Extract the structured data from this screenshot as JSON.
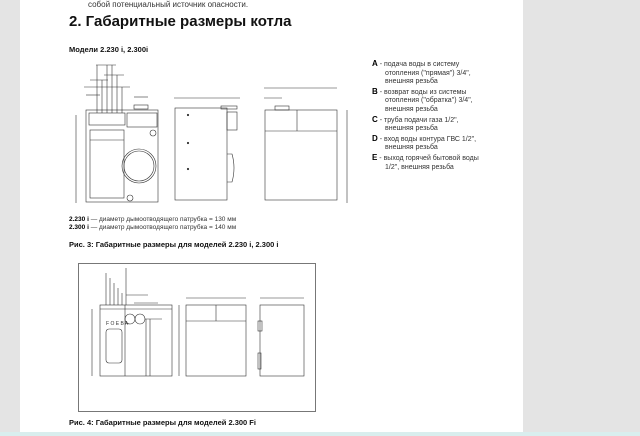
{
  "prev_text": "собой потенциальный источник опасности.",
  "title": "2. Габаритные размеры котла",
  "subtitle": "Модели 2.230 i, 2.300i",
  "legend": [
    {
      "key": "A",
      "lines": [
        " - подача воды в систему",
        "отопления (\"прямая\") 3/4\",",
        "внешняя резьба"
      ]
    },
    {
      "key": "B",
      "lines": [
        " - возврат воды из системы",
        "отопления (\"обратка\") 3/4\",",
        "внешняя резьба"
      ]
    },
    {
      "key": "C",
      "lines": [
        " - труба подачи газа 1/2\",",
        "внешняя резьба"
      ]
    },
    {
      "key": "D",
      "lines": [
        " - вход воды контура ГВС 1/2\",",
        "внешняя резьба"
      ]
    },
    {
      "key": "E",
      "lines": [
        " - выход горячей бытовой воды",
        "1/2\", внешняя резьба"
      ]
    }
  ],
  "notes": [
    {
      "model": "2.230 i",
      "text": " — диаметр дымоотводящего патрубка = 130 мм"
    },
    {
      "model": "2.300 i",
      "text": " — диаметр дымоотводящего патрубка = 140 мм"
    }
  ],
  "fig3_caption": "Рис. 3: Габаритные размеры для моделей 2.230 i, 2.300 i",
  "fig4_caption": "Рис. 4: Габаритные размеры для моделей 2.300 Fi",
  "fig4_connector_letters": "F O E B A"
}
